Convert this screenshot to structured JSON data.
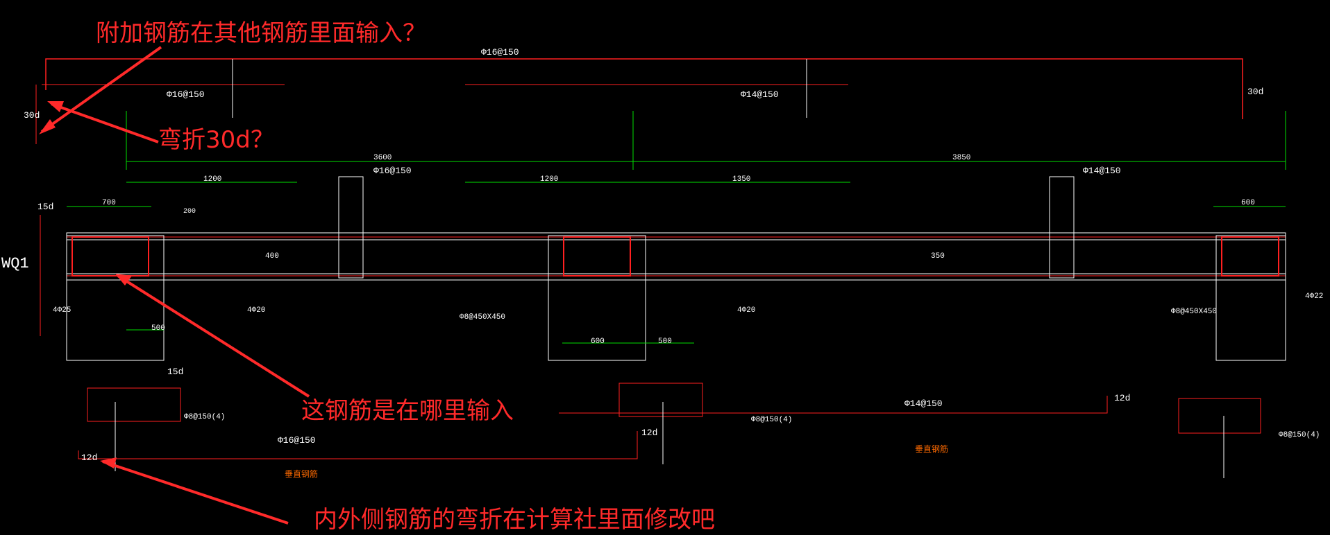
{
  "annotations": {
    "q1": "附加钢筋在其他钢筋里面输入？",
    "q2": "弯折30d？",
    "q3": "这钢筋是在哪里输入",
    "q4": "内外侧钢筋的弯折在计算社里面修改吧"
  },
  "drawing": {
    "wall_id": "WQ1",
    "top_bar": "Φ16@150",
    "bars_row2": [
      "Φ16@150",
      "Φ14@150"
    ],
    "bars_row3": [
      "Φ16@150",
      "Φ14@150"
    ],
    "bend_30d": "30d",
    "spans": [
      "3600",
      "3850"
    ],
    "sub_spans": [
      "1200",
      "1200",
      "1350",
      "700",
      "200",
      "600"
    ],
    "hook_15d": "15d",
    "hook_12d": "12d",
    "bottom_bars": [
      "Φ16@150",
      "Φ14@150"
    ],
    "stirrups": [
      "Φ8@150(4)",
      "Φ8@150(4)",
      "Φ8@150(4)"
    ],
    "dims_lower": [
      "500",
      "600",
      "500"
    ],
    "labels_small": [
      "4Φ25",
      "4Φ20",
      "4Φ20",
      "4Φ22",
      "Φ8@450X450",
      "Φ8@450X450",
      "350",
      "400"
    ],
    "vertical_note": "垂直钢筋",
    "vertical_note_2": "垂直钢筋"
  },
  "colors": {
    "background": "#000000",
    "annotation": "#ff2a2a",
    "rebar": "#ff2020",
    "dimension": "#00e000",
    "line": "#ffffff",
    "note": "#ff6a00"
  }
}
